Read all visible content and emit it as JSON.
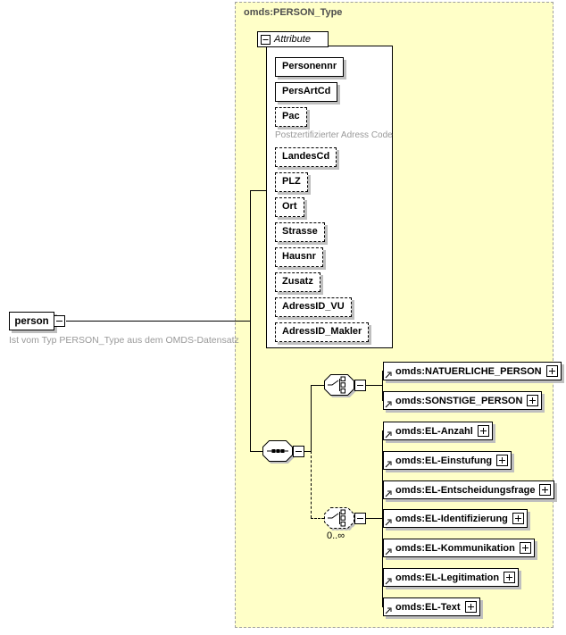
{
  "type_box": {
    "title": "omds:PERSON_Type"
  },
  "root": {
    "label": "person",
    "annotation": "Ist vom Typ PERSON_Type aus dem OMDS-Datensatz"
  },
  "attributes": {
    "tab_label": "Attribute",
    "items": [
      {
        "label": "Personennr",
        "required": true
      },
      {
        "label": "PersArtCd",
        "required": true
      },
      {
        "label": "Pac",
        "required": false,
        "annotation": "Postzertifizierter Adress Code"
      },
      {
        "label": "LandesCd",
        "required": false
      },
      {
        "label": "PLZ",
        "required": false
      },
      {
        "label": "Ort",
        "required": false
      },
      {
        "label": "Strasse",
        "required": false
      },
      {
        "label": "Hausnr",
        "required": false
      },
      {
        "label": "Zusatz",
        "required": false
      },
      {
        "label": "AdressID_VU",
        "required": false
      },
      {
        "label": "AdressID_Makler",
        "required": false
      }
    ]
  },
  "content": {
    "sequence_indicator": "sequence",
    "choice_persons": {
      "indicator": "choice",
      "elements": [
        {
          "label": "omds:NATUERLICHE_PERSON"
        },
        {
          "label": "omds:SONSTIGE_PERSON"
        }
      ]
    },
    "choice_el": {
      "indicator": "choice",
      "occurrence": "0..∞",
      "elements": [
        {
          "label": "omds:EL-Anzahl"
        },
        {
          "label": "omds:EL-Einstufung"
        },
        {
          "label": "omds:EL-Entscheidungsfrage"
        },
        {
          "label": "omds:EL-Identifizierung"
        },
        {
          "label": "omds:EL-Kommunikation"
        },
        {
          "label": "omds:EL-Legitimation"
        },
        {
          "label": "omds:EL-Text"
        }
      ]
    }
  },
  "colors": {
    "type_fill": "#ffffc8",
    "type_border": "#a0a0a0",
    "node_shadow": "#bfbfbf",
    "muted_text": "#999999",
    "title_text": "#4d4d4d",
    "line": "#000000"
  }
}
